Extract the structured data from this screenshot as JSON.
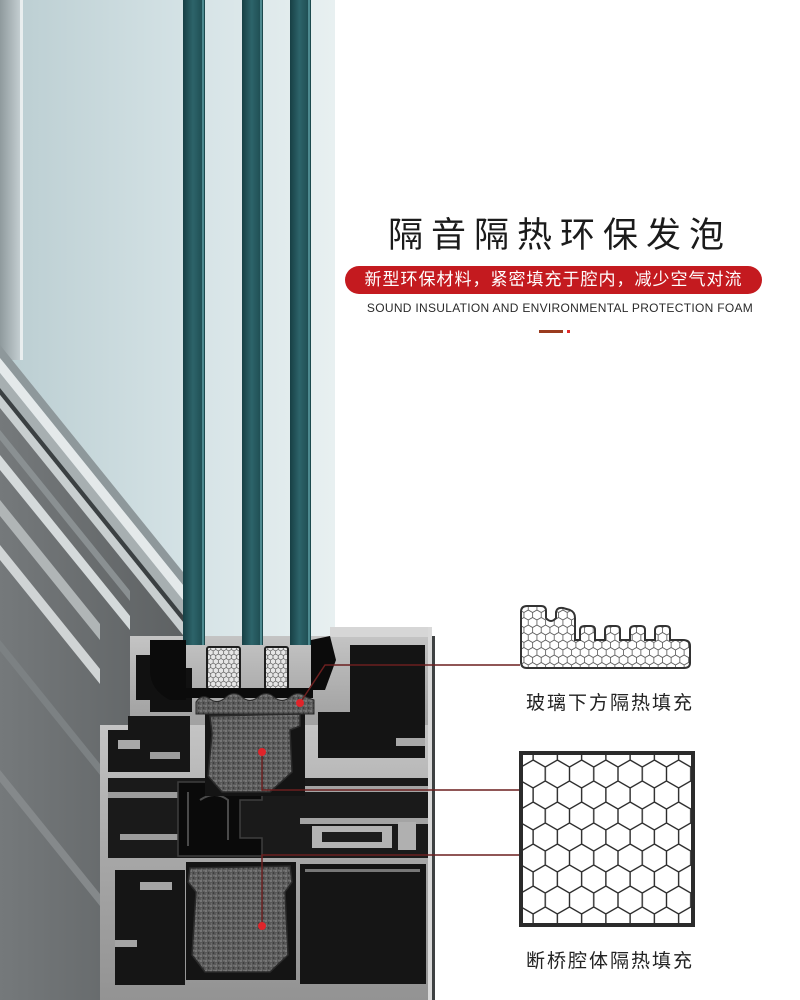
{
  "heading": {
    "title": "隔音隔热环保发泡",
    "banner": "新型环保材料，紧密填充于腔内，减少空气对流",
    "subtitle": "SOUND INSULATION AND ENVIRONMENTAL PROTECTION FOAM"
  },
  "callouts": [
    {
      "label": "玻璃下方隔热填充",
      "icon": "foam-strip-icon"
    },
    {
      "label": "断桥腔体隔热填充",
      "icon": "honeycomb-foam-icon"
    }
  ],
  "colors": {
    "accent": "#c41a1f",
    "glass_edge": "#245a60",
    "text": "#1b1b1b",
    "connector": "#6b1f1f",
    "marker": "#e0242a"
  }
}
